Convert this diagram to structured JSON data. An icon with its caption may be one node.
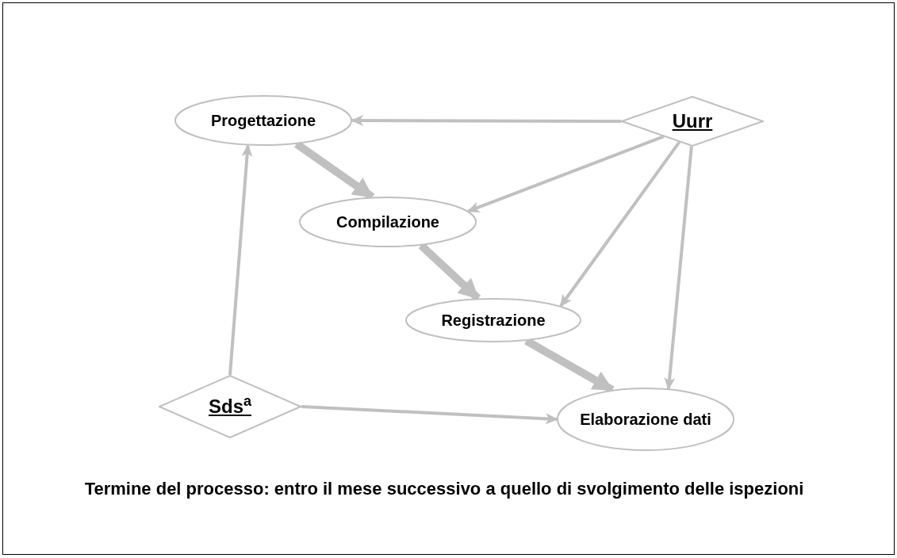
{
  "diagram": {
    "caption": "Termine del processo: entro il mese successivo a quello di svolgimento delle ispezioni",
    "nodes": [
      {
        "text": [
          "Progettazione"
        ]
      },
      {
        "text": [
          "Uurr"
        ]
      },
      {
        "text": [
          "Compilazione"
        ]
      },
      {
        "text": [
          "Registrazione"
        ]
      },
      {
        "text": [
          "Sds$^{a}$"
        ]
      },
      {
        "text": [
          "Elaborazione dati"
        ]
      }
    ],
    "edges": [
      {
        "from": 1,
        "to": 0,
        "arrow": "to"
      },
      {
        "from": 0,
        "to": 2,
        "arrow": "to",
        "style": "thick"
      },
      {
        "from": 1,
        "to": 2,
        "arrow": "to"
      },
      {
        "from": 1,
        "to": 3,
        "arrow": "to"
      },
      {
        "from": 1,
        "to": 5,
        "arrow": "to"
      },
      {
        "from": 2,
        "to": 3,
        "arrow": "to",
        "style": "thick"
      },
      {
        "from": 3,
        "to": 5,
        "arrow": "to",
        "style": "thick"
      },
      {
        "from": 4,
        "to": 0,
        "arrow": "to"
      },
      {
        "from": 4,
        "to": 5,
        "arrow": "to"
      }
    ]
  }
}
